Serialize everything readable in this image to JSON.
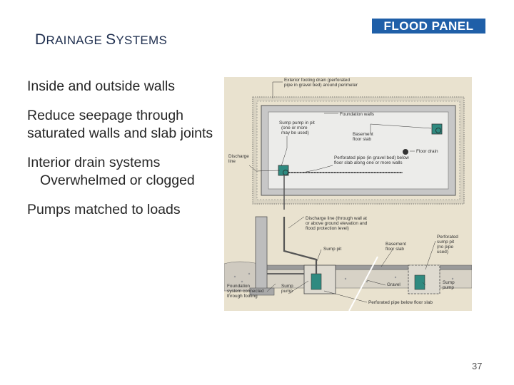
{
  "slide": {
    "title_first": "D",
    "title_first_rest": "RAINAGE ",
    "title_second": "S",
    "title_second_rest": "YSTEMS",
    "logo_text": "FLOOD PANEL",
    "page_number": "37"
  },
  "bullets": [
    "Inside and outside walls",
    "Reduce seepage through saturated walls and slab joints",
    "Interior drain systems",
    "Overwhelmed or clogged",
    "Pumps matched to loads"
  ],
  "diagram": {
    "plan_labels": {
      "exterior_drain_1": "Exterior footing drain (perforated",
      "exterior_drain_2": "pipe in gravel bed) around perimeter",
      "foundation_walls": "Foundation walls",
      "sump_pit_1": "Sump pump in pit",
      "sump_pit_2": "(one or more",
      "sump_pit_3": "may be used)",
      "basement_1": "Basement",
      "basement_2": "floor slab",
      "floor_drain": "Floor drain",
      "discharge_1": "Discharge",
      "discharge_2": "line",
      "perf_1": "Perforated pipe (in gravel bed) below",
      "perf_2": "floor slab along one or more walls"
    },
    "section_labels": {
      "discharge_wall_1": "Discharge line (through wall at",
      "discharge_wall_2": "or above ground elevation and",
      "discharge_wall_3": "flood protection level)",
      "sump_pit": "Sump pit",
      "basement_1": "Basement",
      "basement_2": "floor slab",
      "perf_sump_1": "Perforated",
      "perf_sump_2": "sump pit",
      "perf_sump_3": "(no pipe",
      "perf_sump_4": "used)",
      "foundation_1": "Foundation",
      "foundation_2": "system connected",
      "foundation_3": "through footing",
      "sump_pump_left_1": "Sump",
      "sump_pump_left_2": "pump",
      "gravel": "Gravel",
      "sump_pump_right_1": "Sump",
      "sump_pump_right_2": "pump",
      "perf_below": "Perforated pipe below floor slab"
    }
  }
}
